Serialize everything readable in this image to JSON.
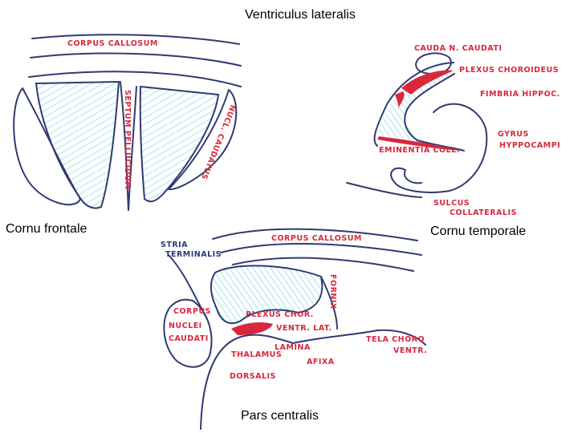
{
  "captions": {
    "title": "Ventriculus lateralis",
    "frontal": "Cornu frontale",
    "temporal": "Cornu temporale",
    "central": "Pars centralis"
  },
  "frontal_labels": {
    "corpus_callosum": "CORPUS CALLOSUM",
    "septum_pellucidum": "SEPTUM PELLUCIDUM",
    "nucl_caudatus": "NUCL. CAUDATUS"
  },
  "temporal_labels": {
    "cauda": "CAUDA N. CAUDATI",
    "plexus": "PLEXUS CHOROIDEUS",
    "fimbria": "FIMBRIA HIPPOC.",
    "gyrus_1": "GYRUS",
    "gyrus_2": "HYPPOCAMPI",
    "eminentia": "EMINENTIA COLL.",
    "sulcus_1": "SULCUS",
    "sulcus_2": "COLLATERALIS"
  },
  "central_labels": {
    "stria_1": "STRIA",
    "stria_2": "TERMINALIS",
    "corpus_callosum": "CORPUS CALLOSUM",
    "fornix": "FORNIX",
    "corpus_1": "CORPUS",
    "corpus_2": "NUCLEI",
    "corpus_3": "CAUDATI",
    "plexus_1": "PLEXUS CHOR.",
    "plexus_2": "VENTR. LAT.",
    "tela_1": "TELA CHORO",
    "tela_2": "VENTR.",
    "lamina_1": "LAMINA",
    "lamina_2": "AFIXA",
    "thalamus_1": "THALAMUS",
    "thalamus_2": "DORSALIS"
  },
  "colors": {
    "ink": "#2f3a72",
    "label_red": "#d8283c",
    "ventricle_fill": "#6fd2d6"
  }
}
